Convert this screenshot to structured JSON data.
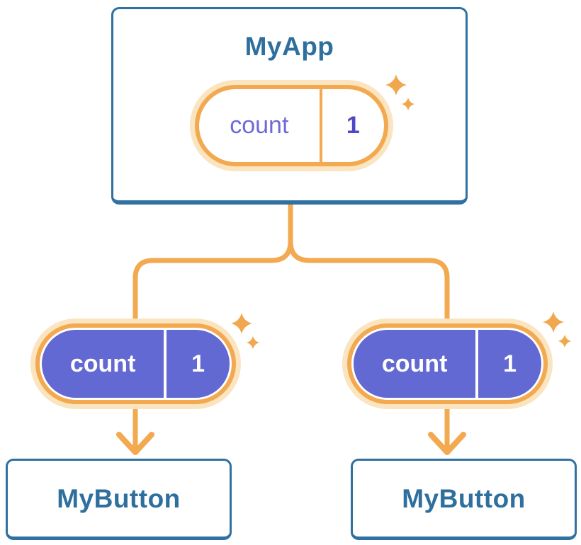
{
  "tree": {
    "root": {
      "title": "MyApp",
      "state": {
        "name": "count",
        "value": "1"
      }
    },
    "children": [
      {
        "title": "MyButton",
        "prop": {
          "name": "count",
          "value": "1"
        }
      },
      {
        "title": "MyButton",
        "prop": {
          "name": "count",
          "value": "1"
        }
      }
    ]
  },
  "icons": {
    "sparkle": "sparkle-icon"
  },
  "colors": {
    "connector_orange": "#f2a94f",
    "pill_halo_peach": "#fbe4c0",
    "pill_purple": "#6269d2",
    "state_name_purple": "#6e6ad8",
    "state_value_purple": "#4e49c6",
    "card_border_blue": "#2f71a1",
    "card_text_blue": "#2e6f9e",
    "sparkle_orange": "#f0a74d",
    "background": "#ffffff"
  }
}
